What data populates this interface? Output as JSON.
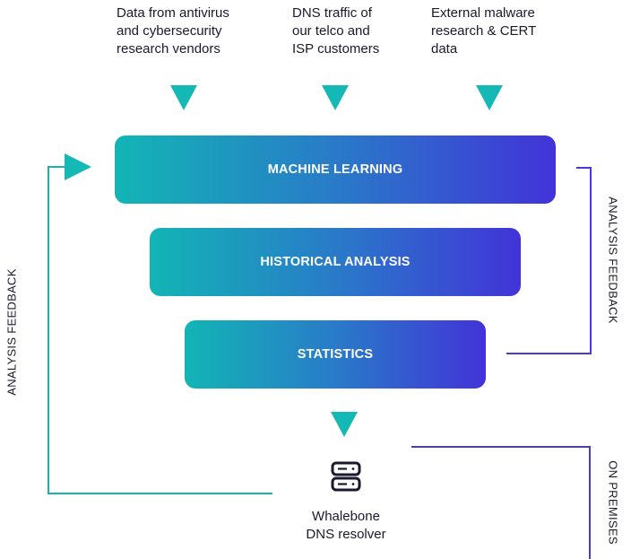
{
  "sources": [
    {
      "text": "Data from antivirus\nand cybersecurity\nresearch vendors"
    },
    {
      "text": "DNS traffic of\nour telco and\nISP customers"
    },
    {
      "text": "External malware\nresearch & CERT\ndata"
    }
  ],
  "layers": [
    {
      "label": "MACHINE LEARNING"
    },
    {
      "label": "HISTORICAL ANALYSIS"
    },
    {
      "label": "STATISTICS"
    }
  ],
  "feedback": {
    "left_label": "ANALYSIS FEEDBACK",
    "right_label": "ANALYSIS FEEDBACK",
    "on_premises_label": "ON PREMISES"
  },
  "resolver": {
    "label": "Whalebone\nDNS resolver",
    "icon": "server-icon"
  },
  "colors": {
    "teal": "#14b8b4",
    "gradient_start": "#12b5b5",
    "gradient_end": "#4233d8",
    "teal_line": "#17b3b0",
    "purple_line": "#4a3ad0",
    "text": "#1a1a2e"
  }
}
